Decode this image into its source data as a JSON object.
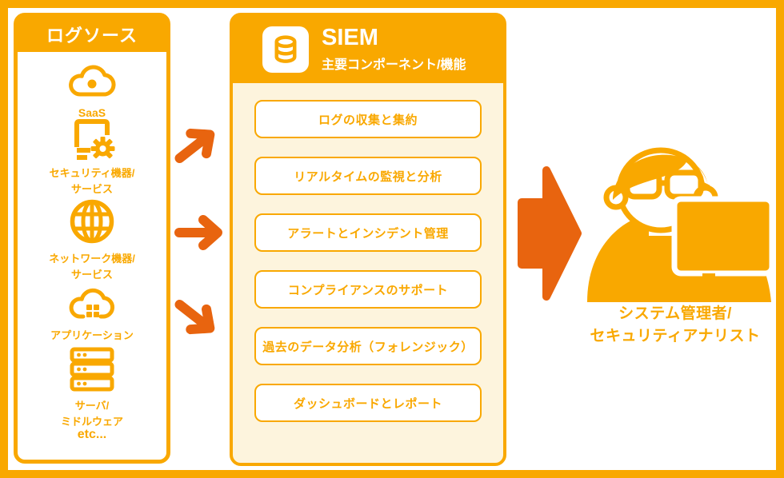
{
  "colors": {
    "primary": "#F9A800",
    "accent": "#E8640F",
    "cream": "#FDF4DD"
  },
  "log_sources": {
    "title": "ログソース",
    "items": [
      {
        "icon": "cloud-icon",
        "label": "SaaS"
      },
      {
        "icon": "monitor-gear-icon",
        "label": "セキュリティ機器/\nサービス"
      },
      {
        "icon": "globe-icon",
        "label": "ネットワーク機器/\nサービス"
      },
      {
        "icon": "cloud-apps-icon",
        "label": "アプリケーション"
      },
      {
        "icon": "server-stack-icon",
        "label": "サーバ/\nミドルウェア"
      }
    ],
    "footer": "etc..."
  },
  "siem": {
    "title": "SIEM",
    "subtitle": "主要コンポーネント/機能",
    "functions": [
      "ログの収集と集約",
      "リアルタイムの監視と分析",
      "アラートとインシデント管理",
      "コンプライアンスのサポート",
      "過去のデータ分析（フォレンジック）",
      "ダッシュボードとレポート"
    ]
  },
  "audience": {
    "label": "システム管理者/\nセキュリティアナリスト"
  }
}
